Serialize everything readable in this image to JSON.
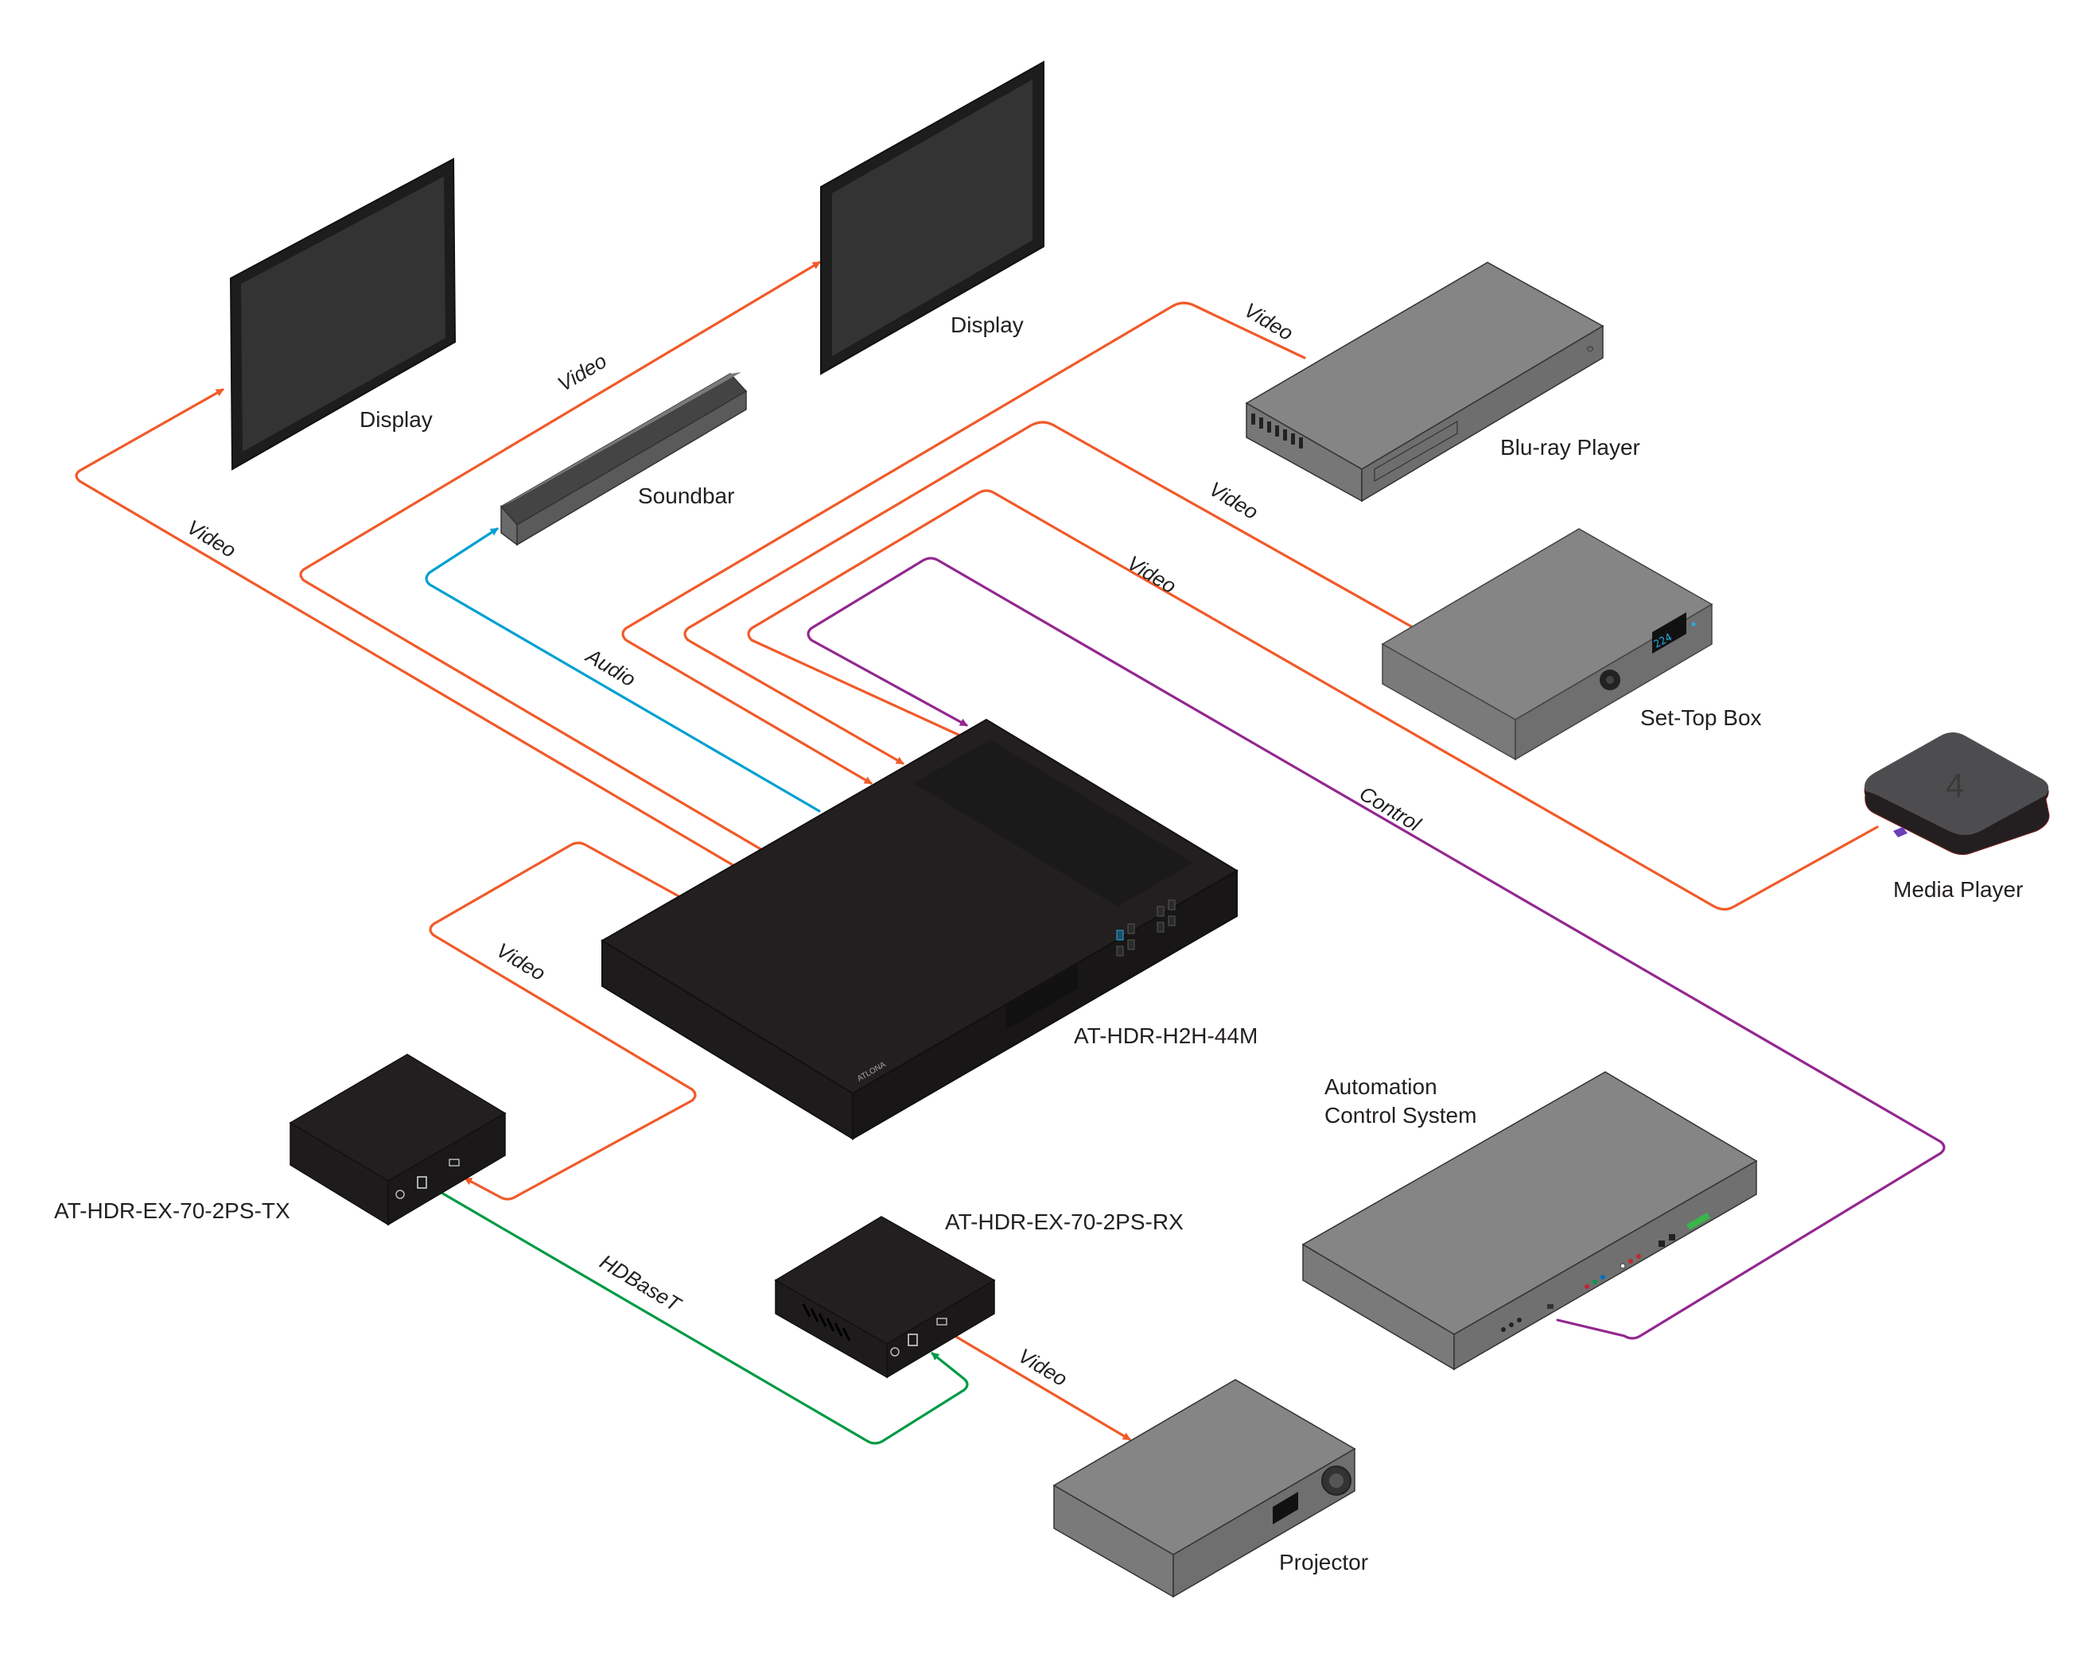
{
  "colors": {
    "video": "#f15a29",
    "audio": "#00a0d2",
    "control": "#93278f",
    "hdbaset": "#009a44",
    "device_dark": "#231f20",
    "device_gray": "#808080",
    "screen_blue": "#29abe2"
  },
  "devices": [
    {
      "id": "display-left",
      "label": "Display"
    },
    {
      "id": "display-right",
      "label": "Display"
    },
    {
      "id": "soundbar",
      "label": "Soundbar"
    },
    {
      "id": "bluray",
      "label": "Blu-ray Player"
    },
    {
      "id": "settop",
      "label": "Set-Top Box",
      "screen_text": "224"
    },
    {
      "id": "mediaplayer",
      "label": "Media Player",
      "badge": "4"
    },
    {
      "id": "switcher",
      "label": "AT-HDR-H2H-44M",
      "brand": "ATLONA"
    },
    {
      "id": "tx",
      "label": "AT-HDR-EX-70-2PS-TX"
    },
    {
      "id": "rx",
      "label": "AT-HDR-EX-70-2PS-RX"
    },
    {
      "id": "automation",
      "label": "Automation",
      "label2": "Control System"
    },
    {
      "id": "projector",
      "label": "Projector"
    }
  ],
  "connections": [
    {
      "id": "video-display-left",
      "label": "Video",
      "type": "video"
    },
    {
      "id": "video-display-right",
      "label": "Video",
      "type": "video"
    },
    {
      "id": "audio-soundbar",
      "label": "Audio",
      "type": "audio"
    },
    {
      "id": "video-bluray",
      "label": "Video",
      "type": "video"
    },
    {
      "id": "video-settop",
      "label": "Video",
      "type": "video"
    },
    {
      "id": "video-mediaplayer",
      "label": "Video",
      "type": "video"
    },
    {
      "id": "control-automation",
      "label": "Control",
      "type": "control"
    },
    {
      "id": "video-tx",
      "label": "Video",
      "type": "video"
    },
    {
      "id": "hdbaset-link",
      "label": "HDBaseT",
      "type": "hdbaset"
    },
    {
      "id": "video-projector",
      "label": "Video",
      "type": "video"
    }
  ]
}
